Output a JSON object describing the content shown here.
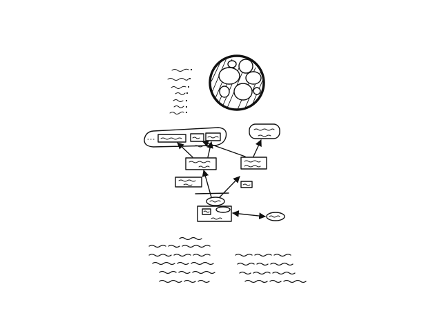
{
  "canvas": {
    "background": "#ffffff",
    "ink": "#111111"
  },
  "icons": {
    "circle_illustration": "cell-sketch-icon",
    "arrowhead": "arrowhead-icon"
  },
  "diagram": {
    "content_note": "",
    "nodes": [
      {
        "id": "top-right-bubble",
        "shape": "rounded-rectangle",
        "text": ""
      },
      {
        "id": "top-left-group",
        "shape": "rounded-capsule",
        "text": ""
      },
      {
        "id": "group-item-1",
        "shape": "rectangle",
        "text": ""
      },
      {
        "id": "group-item-2",
        "shape": "rectangle",
        "text": ""
      },
      {
        "id": "group-item-3",
        "shape": "rectangle",
        "text": ""
      },
      {
        "id": "middle-left-box",
        "shape": "rectangle",
        "text": ""
      },
      {
        "id": "middle-right-box",
        "shape": "rectangle",
        "text": ""
      },
      {
        "id": "lower-left-box",
        "shape": "rectangle",
        "text": ""
      },
      {
        "id": "small-label-tag",
        "shape": "rectangle",
        "text": ""
      },
      {
        "id": "hub-ellipse",
        "shape": "ellipse",
        "text": ""
      },
      {
        "id": "base-box",
        "shape": "rectangle",
        "text": ""
      },
      {
        "id": "side-ellipse",
        "shape": "ellipse",
        "text": ""
      }
    ],
    "edges": [
      {
        "from": "hub-ellipse",
        "to": "middle-left-box",
        "arrow": true
      },
      {
        "from": "hub-ellipse",
        "to": "middle-right-box",
        "arrow": true
      },
      {
        "from": "middle-left-box",
        "to": "group-item-1",
        "arrow": true
      },
      {
        "from": "middle-left-box",
        "to": "group-item-3",
        "arrow": true
      },
      {
        "from": "middle-right-box",
        "to": "group-item-2",
        "arrow": true
      },
      {
        "from": "middle-right-box",
        "to": "top-right-bubble",
        "arrow": true
      },
      {
        "from": "base-box",
        "to": "side-ellipse",
        "arrow": "both"
      }
    ]
  }
}
